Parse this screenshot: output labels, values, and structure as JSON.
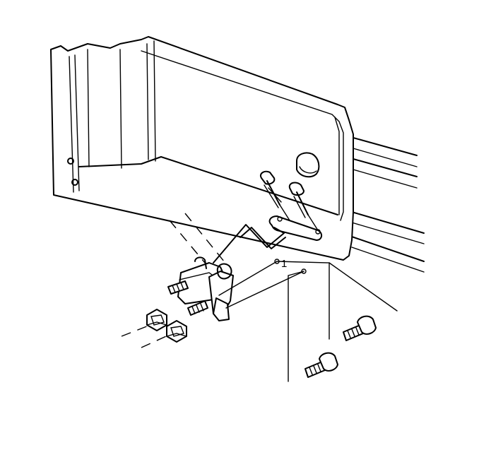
{
  "diagram": {
    "callouts": [
      {
        "label": "1"
      }
    ]
  },
  "colors": {
    "line": "#000000",
    "background": "#ffffff"
  },
  "icons": [
    "crossmember-panel",
    "mount-bracket",
    "bolt",
    "nut",
    "frame-rail"
  ]
}
